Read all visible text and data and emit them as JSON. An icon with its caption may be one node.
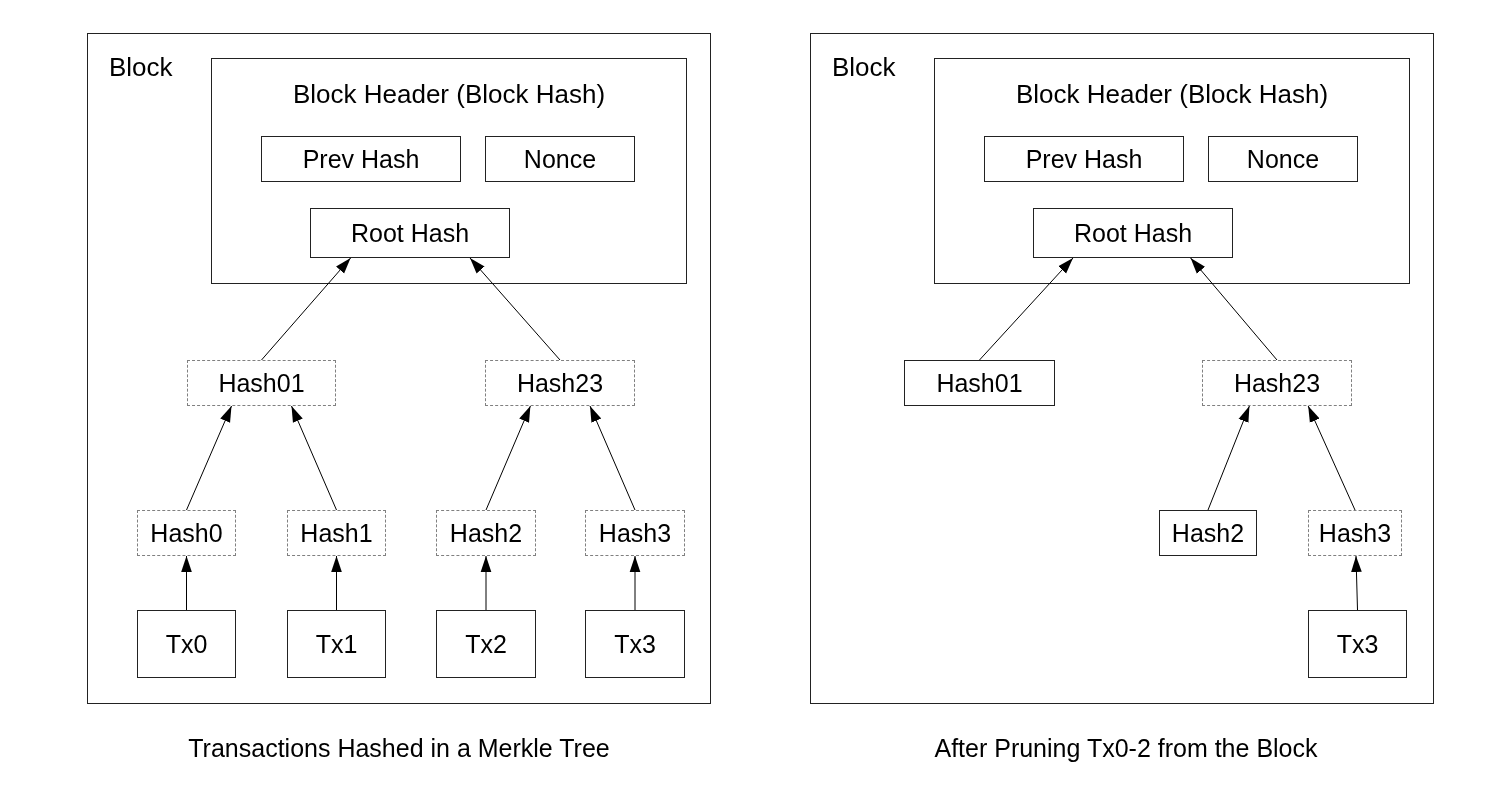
{
  "diagram": {
    "nodes": [
      {
        "text": [
          "Block"
        ],
        "beside": [
          "Transactions Hashed in a Merkle Tree"
        ]
      },
      {
        "text": [
          "Block Header (Block Hash)"
        ],
        "in": 0
      },
      {
        "text": [
          "Prev Hash"
        ],
        "in": 1
      },
      {
        "text": [
          "Nonce"
        ],
        "in": 1
      },
      {
        "text": [
          "Root Hash"
        ],
        "in": 1
      },
      {
        "text": [
          "Hash01"
        ],
        "in": 0
      },
      {
        "text": [
          "Hash23"
        ],
        "in": 0
      },
      {
        "text": [
          "Hash0"
        ],
        "in": 0
      },
      {
        "text": [
          "Hash1"
        ],
        "in": 0
      },
      {
        "text": [
          "Hash2"
        ],
        "in": 0
      },
      {
        "text": [
          "Hash3"
        ],
        "in": 0
      },
      {
        "text": [
          "Tx0"
        ],
        "in": 0
      },
      {
        "text": [
          "Tx1"
        ],
        "in": 0
      },
      {
        "text": [
          "Tx2"
        ],
        "in": 0
      },
      {
        "text": [
          "Tx3"
        ],
        "in": 0
      },
      {
        "text": [
          "Block"
        ],
        "beside": [
          "After Pruning Tx0-2 from the Block"
        ]
      },
      {
        "text": [
          "Block Header (Block Hash)"
        ],
        "in": 15
      },
      {
        "text": [
          "Prev Hash"
        ],
        "in": 16
      },
      {
        "text": [
          "Nonce"
        ],
        "in": 16
      },
      {
        "text": [
          "Root Hash"
        ],
        "in": 16
      },
      {
        "text": [
          "Hash01"
        ],
        "in": 15
      },
      {
        "text": [
          "Hash23"
        ],
        "in": 15
      },
      {
        "text": [
          "Hash2"
        ],
        "in": 15
      },
      {
        "text": [
          "Hash3"
        ],
        "in": 15
      },
      {
        "text": [
          "Tx3"
        ],
        "in": 15
      }
    ],
    "edges": [
      {
        "from": 5,
        "to": 4,
        "arrow": "to"
      },
      {
        "from": 6,
        "to": 4,
        "arrow": "to"
      },
      {
        "from": 7,
        "to": 5,
        "arrow": "to"
      },
      {
        "from": 8,
        "to": 5,
        "arrow": "to"
      },
      {
        "from": 9,
        "to": 6,
        "arrow": "to"
      },
      {
        "from": 10,
        "to": 6,
        "arrow": "to"
      },
      {
        "from": 11,
        "to": 7,
        "arrow": "to"
      },
      {
        "from": 12,
        "to": 8,
        "arrow": "to"
      },
      {
        "from": 13,
        "to": 9,
        "arrow": "to"
      },
      {
        "from": 14,
        "to": 10,
        "arrow": "to"
      },
      {
        "from": 20,
        "to": 19,
        "arrow": "to"
      },
      {
        "from": 21,
        "to": 19,
        "arrow": "to"
      },
      {
        "from": 22,
        "to": 21,
        "arrow": "to"
      },
      {
        "from": 23,
        "to": 21,
        "arrow": "to"
      },
      {
        "from": 24,
        "to": 23,
        "arrow": "to"
      }
    ]
  }
}
